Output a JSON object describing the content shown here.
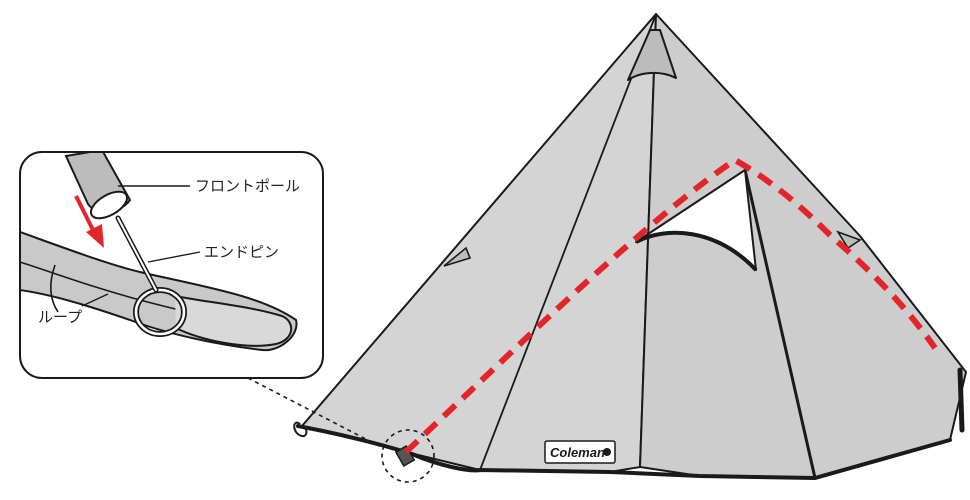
{
  "diagram": {
    "callouts": {
      "front_pole": "フロントポール",
      "end_pin": "エンドピン",
      "loop": "ループ"
    },
    "logo": {
      "text": "Coleman"
    },
    "colors": {
      "tent_fill": "#d4d4d4",
      "tent_fill_dark": "#c9c9c9",
      "outline": "#1a1a1a",
      "pole_path": "#e3242b",
      "insert_arrow": "#e3242b",
      "inset_background": "#ffffff"
    },
    "icons": [
      "down-arrow-icon",
      "coleman-logo-icon"
    ]
  }
}
